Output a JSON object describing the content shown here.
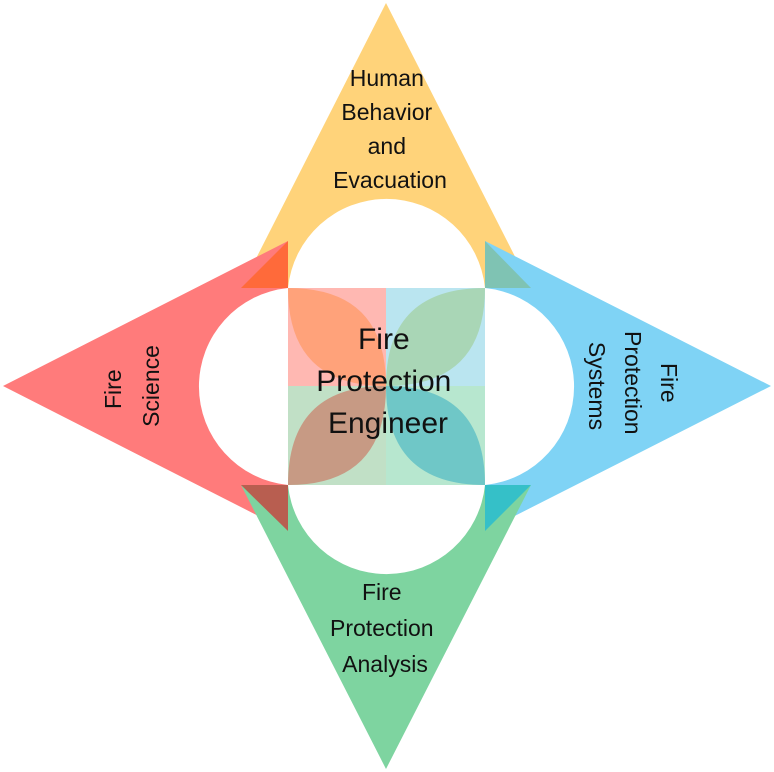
{
  "diagram": {
    "center": {
      "lines": [
        "Fire",
        "Protection",
        "Engineer"
      ]
    },
    "top": {
      "lines": [
        "Human",
        "Behavior",
        "and",
        "Evacuation"
      ],
      "color": "#FFD37A"
    },
    "left": {
      "lines": [
        "Fire",
        "Science"
      ],
      "color": "#FF7B7B"
    },
    "right": {
      "lines": [
        "Fire",
        "Protection",
        "Systems"
      ],
      "color": "#7FD3F5"
    },
    "bottom": {
      "lines": [
        "Fire",
        "Protection",
        "Analysis"
      ],
      "color": "#7ED4A0"
    }
  }
}
